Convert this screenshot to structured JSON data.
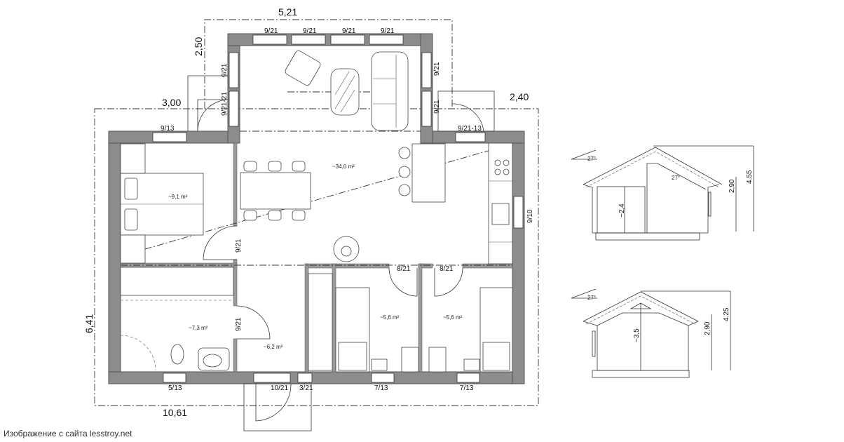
{
  "dimensions": {
    "top_width": "5,21",
    "ext_depth": "2,50",
    "left_offset": "3,00",
    "right_offset": "2,40",
    "total_depth": "6,41",
    "total_width": "10,61"
  },
  "openings": [
    "9/21",
    "9/21",
    "9/21",
    "9/21",
    "9/21",
    "9/21-21",
    "9/21",
    "9/21",
    "9/13",
    "9/21-13",
    "9/10",
    "9/21",
    "9/21",
    "8/21",
    "8/21",
    "5/13",
    "10/21",
    "3/21",
    "7/13",
    "7/13"
  ],
  "rooms": [
    "~34,0 m²",
    "~9,1 m²",
    "~7,3 m²",
    "~6,2 m²",
    "~5,6 m²",
    "~5,6 m²"
  ],
  "section_1": {
    "roof_angle": "27°",
    "inner_angle": "27°",
    "room_height": "~2,4",
    "wall_height": "2,90",
    "total_height": "4.55"
  },
  "section_2": {
    "roof_angle": "27°",
    "room_height": "~3,5",
    "wall_height": "2,90",
    "total_height": "4.25"
  },
  "caption": "Изображение с сайта lesstroy.net"
}
